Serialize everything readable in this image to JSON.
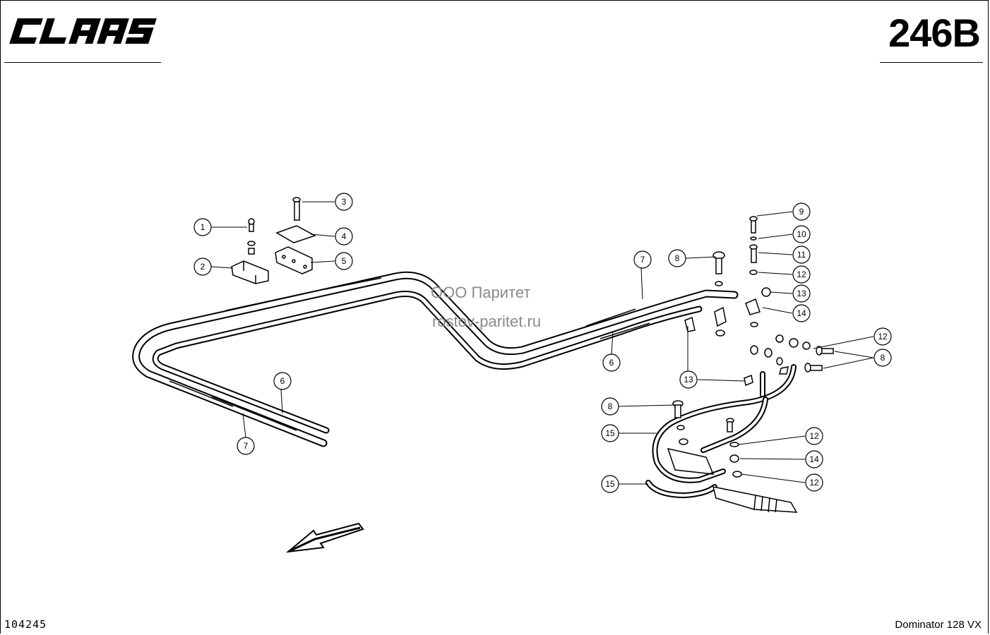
{
  "header": {
    "brand_logo_text": "CLAAS",
    "page_code": "246B"
  },
  "footer": {
    "drawing_number": "104245",
    "model_name": "Dominator 128 VX"
  },
  "watermark": {
    "line1": "ООО Паритет",
    "line2": "rostov-paritet.ru"
  },
  "callouts": [
    {
      "id": "c1",
      "label": "1"
    },
    {
      "id": "c2",
      "label": "2"
    },
    {
      "id": "c3",
      "label": "3"
    },
    {
      "id": "c4",
      "label": "4"
    },
    {
      "id": "c5",
      "label": "5"
    },
    {
      "id": "c6a",
      "label": "6"
    },
    {
      "id": "c7a",
      "label": "7"
    },
    {
      "id": "c7b",
      "label": "7"
    },
    {
      "id": "c6b",
      "label": "6"
    },
    {
      "id": "c8a",
      "label": "8"
    },
    {
      "id": "c9",
      "label": "9"
    },
    {
      "id": "c10",
      "label": "10"
    },
    {
      "id": "c11",
      "label": "11"
    },
    {
      "id": "c12a",
      "label": "12"
    },
    {
      "id": "c13a",
      "label": "13"
    },
    {
      "id": "c14a",
      "label": "14"
    },
    {
      "id": "c12b",
      "label": "12"
    },
    {
      "id": "c8b",
      "label": "8"
    },
    {
      "id": "c13b",
      "label": "13"
    },
    {
      "id": "c8c",
      "label": "8"
    },
    {
      "id": "c15a",
      "label": "15"
    },
    {
      "id": "c12c",
      "label": "12"
    },
    {
      "id": "c14b",
      "label": "14"
    },
    {
      "id": "c15b",
      "label": "15"
    },
    {
      "id": "c12d",
      "label": "12"
    }
  ]
}
